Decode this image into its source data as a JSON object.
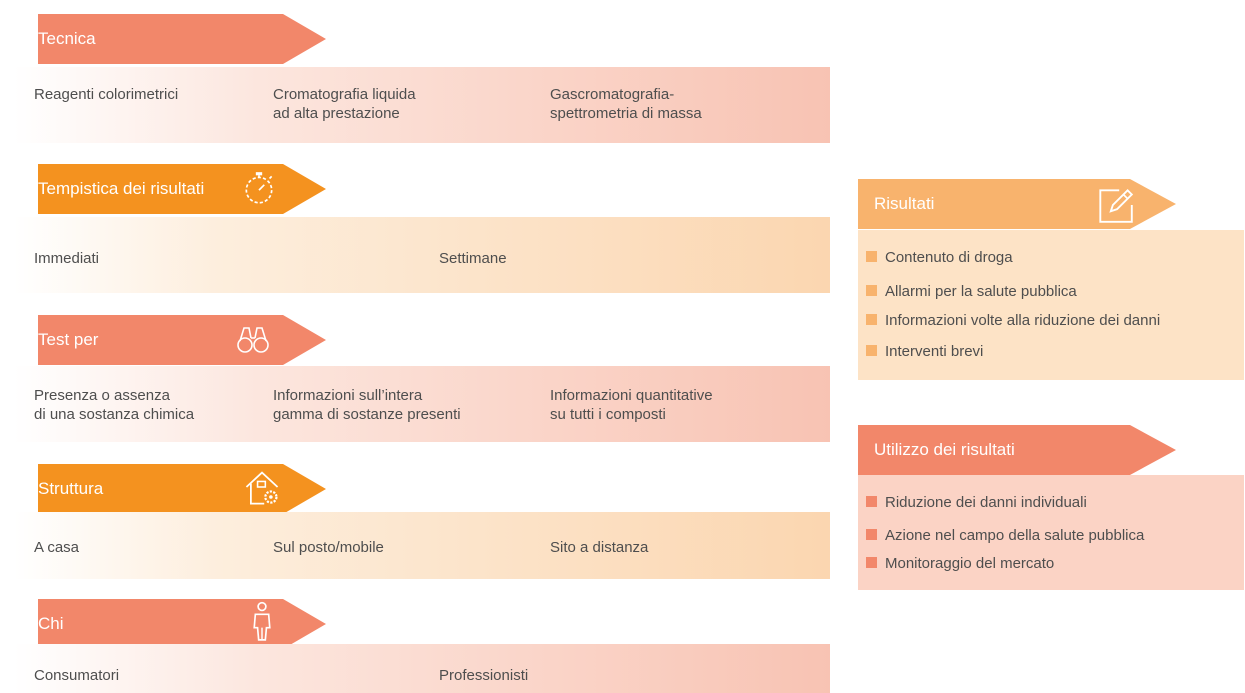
{
  "colors": {
    "salmon": "#f2876a",
    "orange": "#f4921f",
    "light_orange": "#f8b36d",
    "bullet_results": "#f8b36d",
    "bullet_usage": "#f2876a"
  },
  "rows": [
    {
      "title": "Tecnica",
      "icon": "",
      "cells": [
        "Reagenti colorimetrici",
        "Cromatografia liquida\nad alta prestazione",
        "Gascromatografia-\nspettrometria di massa"
      ]
    },
    {
      "title": "Tempistica dei risultati",
      "icon": "stopwatch-icon",
      "cells": [
        "Immediati",
        "Settimane"
      ]
    },
    {
      "title": "Test per",
      "icon": "binoculars-icon",
      "cells": [
        "Presenza o assenza\ndi una sostanza chimica",
        "Informazioni sull’intera\ngamma di sostanze presenti",
        "Informazioni quantitative\nsu tutti i composti"
      ]
    },
    {
      "title": "Struttura",
      "icon": "house-gear-icon",
      "cells": [
        "A casa",
        "Sul posto/mobile",
        "Sito a distanza"
      ]
    },
    {
      "title": "Chi",
      "icon": "person-icon",
      "cells": [
        "Consumatori",
        "Professionisti"
      ]
    }
  ],
  "results": {
    "title": "Risultati",
    "icon": "edit-note-icon",
    "items": [
      "Contenuto di droga",
      "Allarmi per la salute pubblica",
      "Informazioni volte alla riduzione dei danni",
      "Interventi brevi"
    ]
  },
  "usage": {
    "title": "Utilizzo dei risultati",
    "items": [
      "Riduzione dei danni individuali",
      "Azione nel campo della salute pubblica",
      "Monitoraggio del mercato"
    ]
  }
}
